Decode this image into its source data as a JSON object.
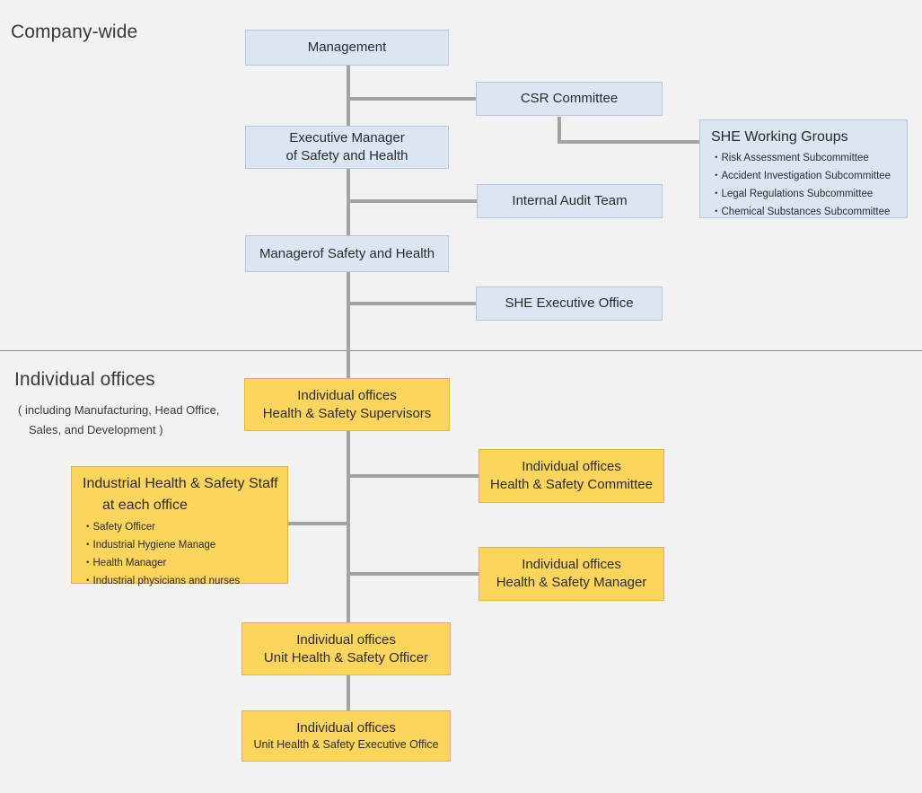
{
  "sections": {
    "company_wide": {
      "title": "Company-wide"
    },
    "individual_offices": {
      "title": "Individual offices",
      "subtitle_line1": "( including Manufacturing, Head Office,",
      "subtitle_line2": "Sales, and Development )"
    }
  },
  "colors": {
    "background": "#f2f2f2",
    "blue_fill": "#dce6f2",
    "blue_border": "#b6c8e0",
    "yellow_fill": "#fcd65c",
    "yellow_border": "#e8b52a",
    "connector": "#a3a3a3",
    "divider": "#8c8c8c",
    "text": "#2b2b2b"
  },
  "nodes": {
    "management": {
      "line1": "Management"
    },
    "csr_committee": {
      "line1": "CSR Committee"
    },
    "executive_manager": {
      "line1": "Executive Manager",
      "line2": "of Safety and Health"
    },
    "she_working_groups": {
      "title": "SHE Working Groups",
      "items": [
        "Risk Assessment Subcommittee",
        "Accident Investigation Subcommittee",
        "Legal Regulations Subcommittee",
        "Chemical Substances Subcommittee"
      ]
    },
    "internal_audit_team": {
      "line1": "Internal Audit Team"
    },
    "manager_safety_health": {
      "line1": "Managerof Safety and Health"
    },
    "she_executive_office": {
      "line1": "SHE Executive Office"
    },
    "health_safety_supervisors": {
      "line1": "Individual offices",
      "line2": "Health & Safety Supervisors"
    },
    "health_safety_committee": {
      "line1": "Individual offices",
      "line2": "Health & Safety Committee"
    },
    "industrial_staff": {
      "title_line1": "Industrial Health & Safety Staff",
      "title_line2": "at each office",
      "items": [
        "Safety Officer",
        "Industrial Hygiene Manage",
        "Health Manager",
        "Industrial physicians and nurses"
      ]
    },
    "health_safety_manager": {
      "line1": "Individual offices",
      "line2": "Health & Safety Manager"
    },
    "unit_health_safety_officer": {
      "line1": "Individual offices",
      "line2": "Unit Health & Safety Officer"
    },
    "unit_health_safety_executive_office": {
      "line1": "Individual offices",
      "line2": "Unit Health & Safety Executive Office"
    }
  }
}
